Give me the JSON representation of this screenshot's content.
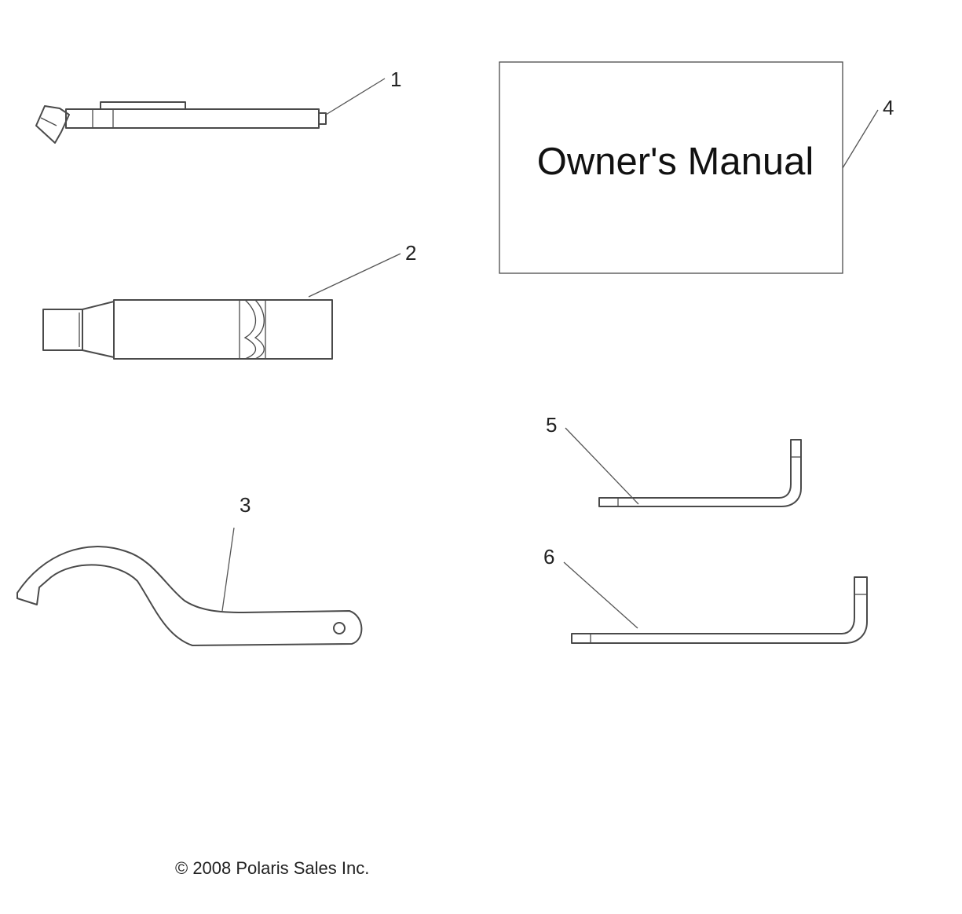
{
  "callouts": {
    "c1": "1",
    "c2": "2",
    "c3": "3",
    "c4": "4",
    "c5": "5",
    "c6": "6"
  },
  "manual": {
    "title": "Owner's Manual"
  },
  "footer": {
    "copyright": "© 2008 Polaris Sales Inc."
  },
  "parts": [
    {
      "number": "1",
      "icon": "tire-pressure-gauge-icon"
    },
    {
      "number": "2",
      "icon": "spark-plug-socket-icon"
    },
    {
      "number": "3",
      "icon": "spanner-wrench-icon"
    },
    {
      "number": "4",
      "icon": "owners-manual-icon"
    },
    {
      "number": "5",
      "icon": "hex-key-short-icon"
    },
    {
      "number": "6",
      "icon": "hex-key-long-icon"
    }
  ]
}
